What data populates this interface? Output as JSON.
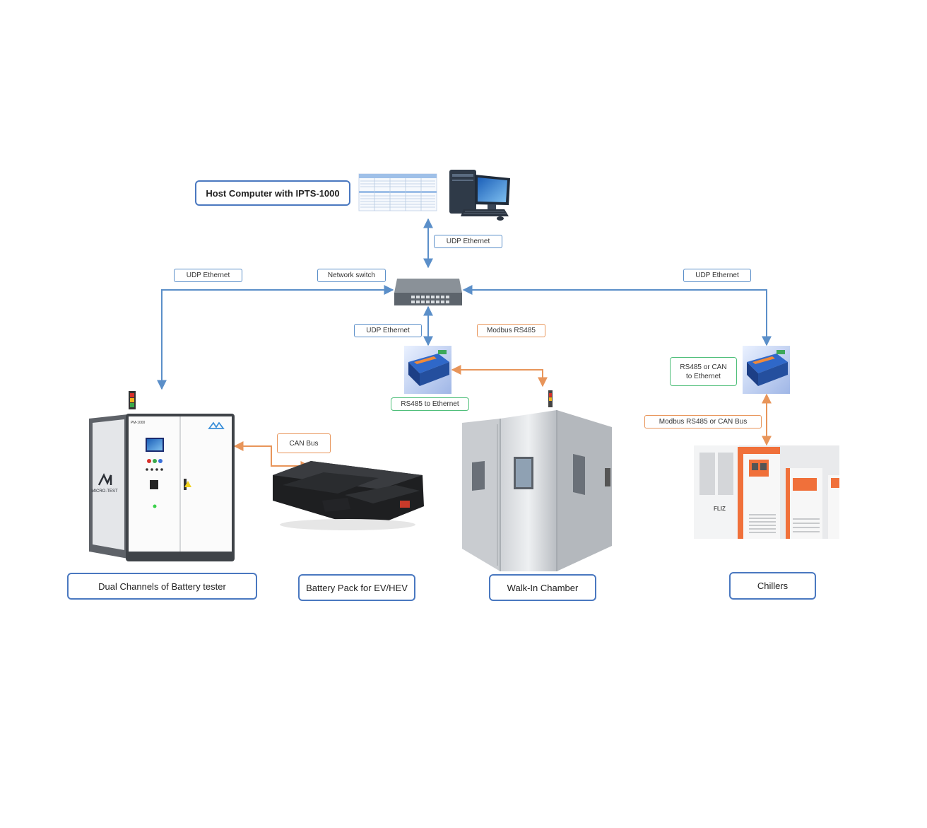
{
  "labels": {
    "host_computer": "Host Computer with IPTS-1000",
    "udp_top": "UDP Ethernet",
    "udp_left": "UDP Ethernet",
    "network_switch": "Network switch",
    "udp_right": "UDP Ethernet",
    "udp_center": "UDP Ethernet",
    "modbus_center": "Modbus RS485",
    "rs485_to_ethernet": "RS485 to Ethernet",
    "rs485_can_to_ethernet": "RS485 or CAN to Ethernet",
    "modbus_rs485_can": "Modbus RS485 or CAN Bus",
    "can_bus": "CAN Bus",
    "dual_channels": "Dual Channels of Battery tester",
    "battery_pack": "Battery Pack for EV/HEV",
    "walk_in_chamber": "Walk-In Chamber",
    "chillers": "Chillers"
  },
  "device_text": {
    "tester_brand": "MICRO-TEST",
    "tester_model": "PM-1000",
    "chiller_brand": "FLIZ"
  },
  "colors": {
    "ethernet_line": "#5b8fc9",
    "serial_line": "#e8955a",
    "converter_box": "#4fbf7a",
    "device_box": "#4a78c0"
  }
}
